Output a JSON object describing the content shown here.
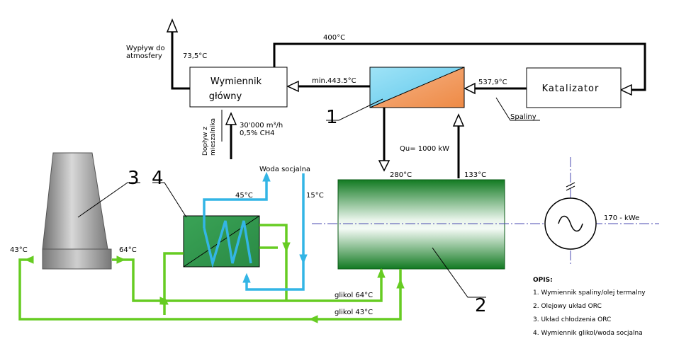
{
  "labels": {
    "outflow_line1": "Wypływ do",
    "outflow_line2": "atmosfery",
    "temp_73": "73,5°C",
    "temp_400": "400°C",
    "min_443": "min.443.5°C",
    "temp_537": "537,9°C",
    "spaliny": "Spaliny",
    "inflow_line1": "Dopływ z",
    "inflow_line2": "mieszalnika",
    "flow_rate": "30'000 m³/h",
    "ch4": "0,5% CH4",
    "qu": "Qu= 1000 kW",
    "temp_280": "280°C",
    "temp_133": "133°C",
    "woda": "Woda socjalna",
    "temp_45": "45°C",
    "temp_15": "15°C",
    "temp_43": "43°C",
    "temp_64": "64°C",
    "glikol_64": "glikol 64°C",
    "glikol_43": "glikol 43°C",
    "power": "170 - kWe"
  },
  "boxes": {
    "main_exchanger_line1": "Wymiennik",
    "main_exchanger_line2": "główny",
    "catalyst": "Katalizator"
  },
  "numbers": {
    "n1": "1",
    "n2": "2",
    "n3": "3",
    "n4": "4"
  },
  "legend": {
    "title": "OPIS:",
    "items": [
      "1.  Wymiennik spaliny/olej termalny",
      "2.  Olejowy układ ORC",
      "3.  Układ chłodzenia ORC",
      "4.  Wymiennik glikol/woda socjalna"
    ]
  },
  "colors": {
    "glycol_green": "#66cc22",
    "water_blue": "#33b5e5",
    "orc_green": "#1b8a2c",
    "hx4_green": "#2f9a4c",
    "tower_gray": "#9c9c9c"
  }
}
